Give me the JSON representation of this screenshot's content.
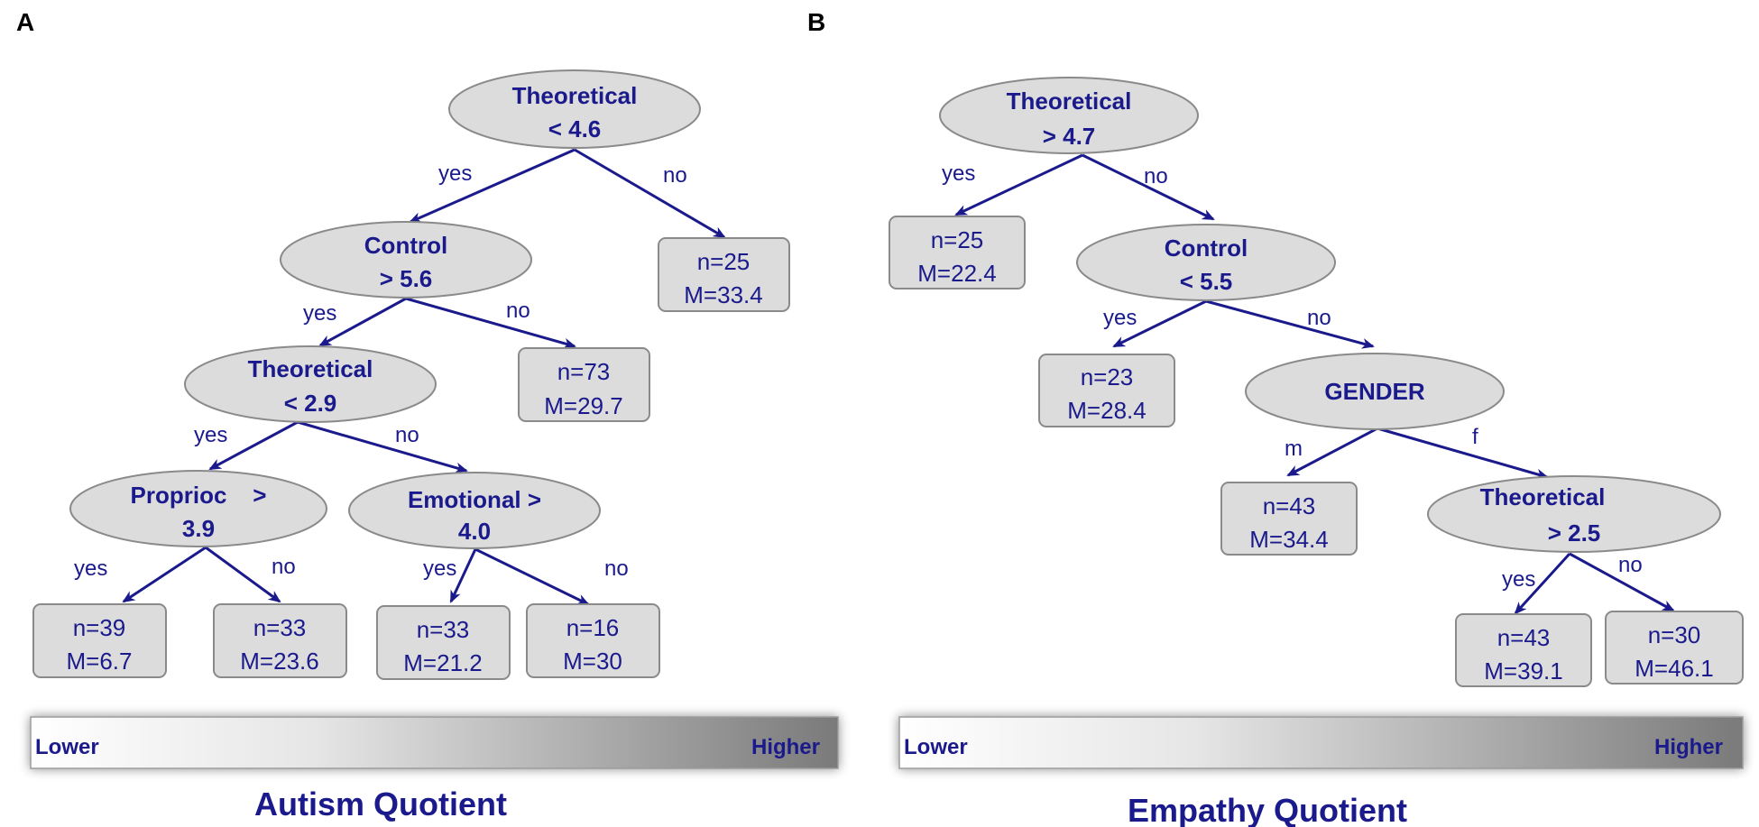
{
  "panels": [
    {
      "letter": "A",
      "nodes": [
        {
          "id": "a1",
          "line1": "Theoretical",
          "line2": "< 4.6"
        },
        {
          "id": "a2",
          "line1": "Control",
          "line2": "> 5.6"
        },
        {
          "id": "a3",
          "line1": "Theoretical",
          "line2": "< 2.9"
        },
        {
          "id": "a4",
          "line1": "Proprioc    >",
          "line2": "3.9"
        },
        {
          "id": "a5",
          "line1": "Emotional >",
          "line2": "4.0"
        }
      ],
      "leaves": [
        {
          "id": "al1",
          "n": "n=25",
          "m": "M=33.4"
        },
        {
          "id": "al2",
          "n": "n=73",
          "m": "M=29.7"
        },
        {
          "id": "al3",
          "n": "n=39",
          "m": "M=6.7"
        },
        {
          "id": "al4",
          "n": "n=33",
          "m": "M=23.6"
        },
        {
          "id": "al5",
          "n": "n=33",
          "m": "M=21.2"
        },
        {
          "id": "al6",
          "n": "n=16",
          "m": "M=30"
        }
      ],
      "edges": [
        {
          "from": "a1",
          "to": "a2",
          "label": "yes"
        },
        {
          "from": "a1",
          "to": "al1",
          "label": "no"
        },
        {
          "from": "a2",
          "to": "a3",
          "label": "yes"
        },
        {
          "from": "a2",
          "to": "al2",
          "label": "no"
        },
        {
          "from": "a3",
          "to": "a4",
          "label": "yes"
        },
        {
          "from": "a3",
          "to": "a5",
          "label": "no"
        },
        {
          "from": "a4",
          "to": "al3",
          "label": "yes"
        },
        {
          "from": "a4",
          "to": "al4",
          "label": "no"
        },
        {
          "from": "a5",
          "to": "al5",
          "label": "yes"
        },
        {
          "from": "a5",
          "to": "al6",
          "label": "no"
        }
      ],
      "scale": {
        "low": "Lower",
        "high": "Higher"
      },
      "axis_title": "Autism Quotient"
    },
    {
      "letter": "B",
      "nodes": [
        {
          "id": "b1",
          "line1": "Theoretical",
          "line2": "> 4.7"
        },
        {
          "id": "b2",
          "line1": "Control",
          "line2": "< 5.5"
        },
        {
          "id": "b3",
          "line1": "GENDER",
          "line2": ""
        },
        {
          "id": "b4",
          "line1": "Theoretical",
          "line2": "> 2.5"
        }
      ],
      "leaves": [
        {
          "id": "bl1",
          "n": "n=25",
          "m": "M=22.4"
        },
        {
          "id": "bl2",
          "n": "n=23",
          "m": "M=28.4"
        },
        {
          "id": "bl3",
          "n": "n=43",
          "m": "M=34.4"
        },
        {
          "id": "bl4",
          "n": "n=43",
          "m": "M=39.1"
        },
        {
          "id": "bl5",
          "n": "n=30",
          "m": "M=46.1"
        }
      ],
      "edges": [
        {
          "from": "b1",
          "to": "bl1",
          "label": "yes"
        },
        {
          "from": "b1",
          "to": "b2",
          "label": "no"
        },
        {
          "from": "b2",
          "to": "bl2",
          "label": "yes"
        },
        {
          "from": "b2",
          "to": "b3",
          "label": "no"
        },
        {
          "from": "b3",
          "to": "bl3",
          "label": "m"
        },
        {
          "from": "b3",
          "to": "b4",
          "label": "f"
        },
        {
          "from": "b4",
          "to": "bl4",
          "label": "yes"
        },
        {
          "from": "b4",
          "to": "bl5",
          "label": "no"
        }
      ],
      "scale": {
        "low": "Lower",
        "high": "Higher"
      },
      "axis_title": "Empathy Quotient"
    }
  ],
  "colors": {
    "text": "#1a1a8c",
    "node_fill": "#dcdcdc",
    "node_stroke": "#8a8a8a",
    "gradient_start": "#ffffff",
    "gradient_end": "#7a7a7a"
  }
}
